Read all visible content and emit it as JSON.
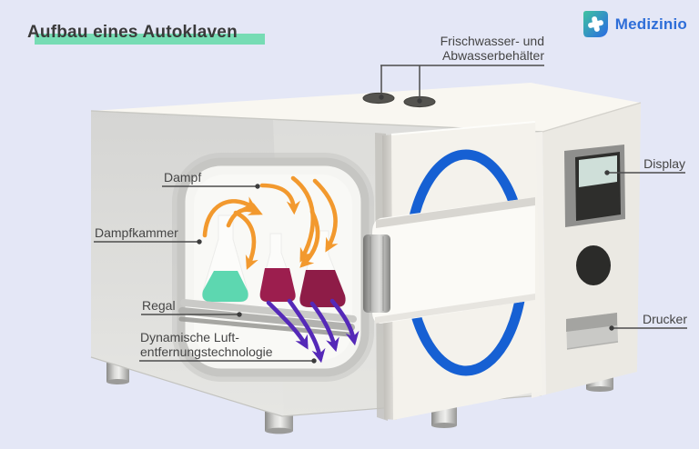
{
  "header": {
    "title": "Aufbau eines Autoklaven",
    "brand_name": "Medizinio"
  },
  "labels": {
    "wasser_line1": "Frischwasser- und",
    "wasser_line2": "Abwasserbehälter",
    "dampf": "Dampf",
    "dampfkammer": "Dampfkammer",
    "regal": "Regal",
    "luft_line1": "Dynamische Luft-",
    "luft_line2": "entfernungstechnologie",
    "display": "Display",
    "drucker": "Drucker"
  },
  "colors": {
    "bg": "#e4e7f6",
    "mint": "#76dcb4",
    "brand_blue": "#2e6ed8",
    "steam": "#f2992e",
    "air": "#5529b8",
    "seal": "#1660d3",
    "flask1": "#5dd7b0",
    "flask2": "#9c1e4e",
    "flask3": "#8e1c47"
  }
}
